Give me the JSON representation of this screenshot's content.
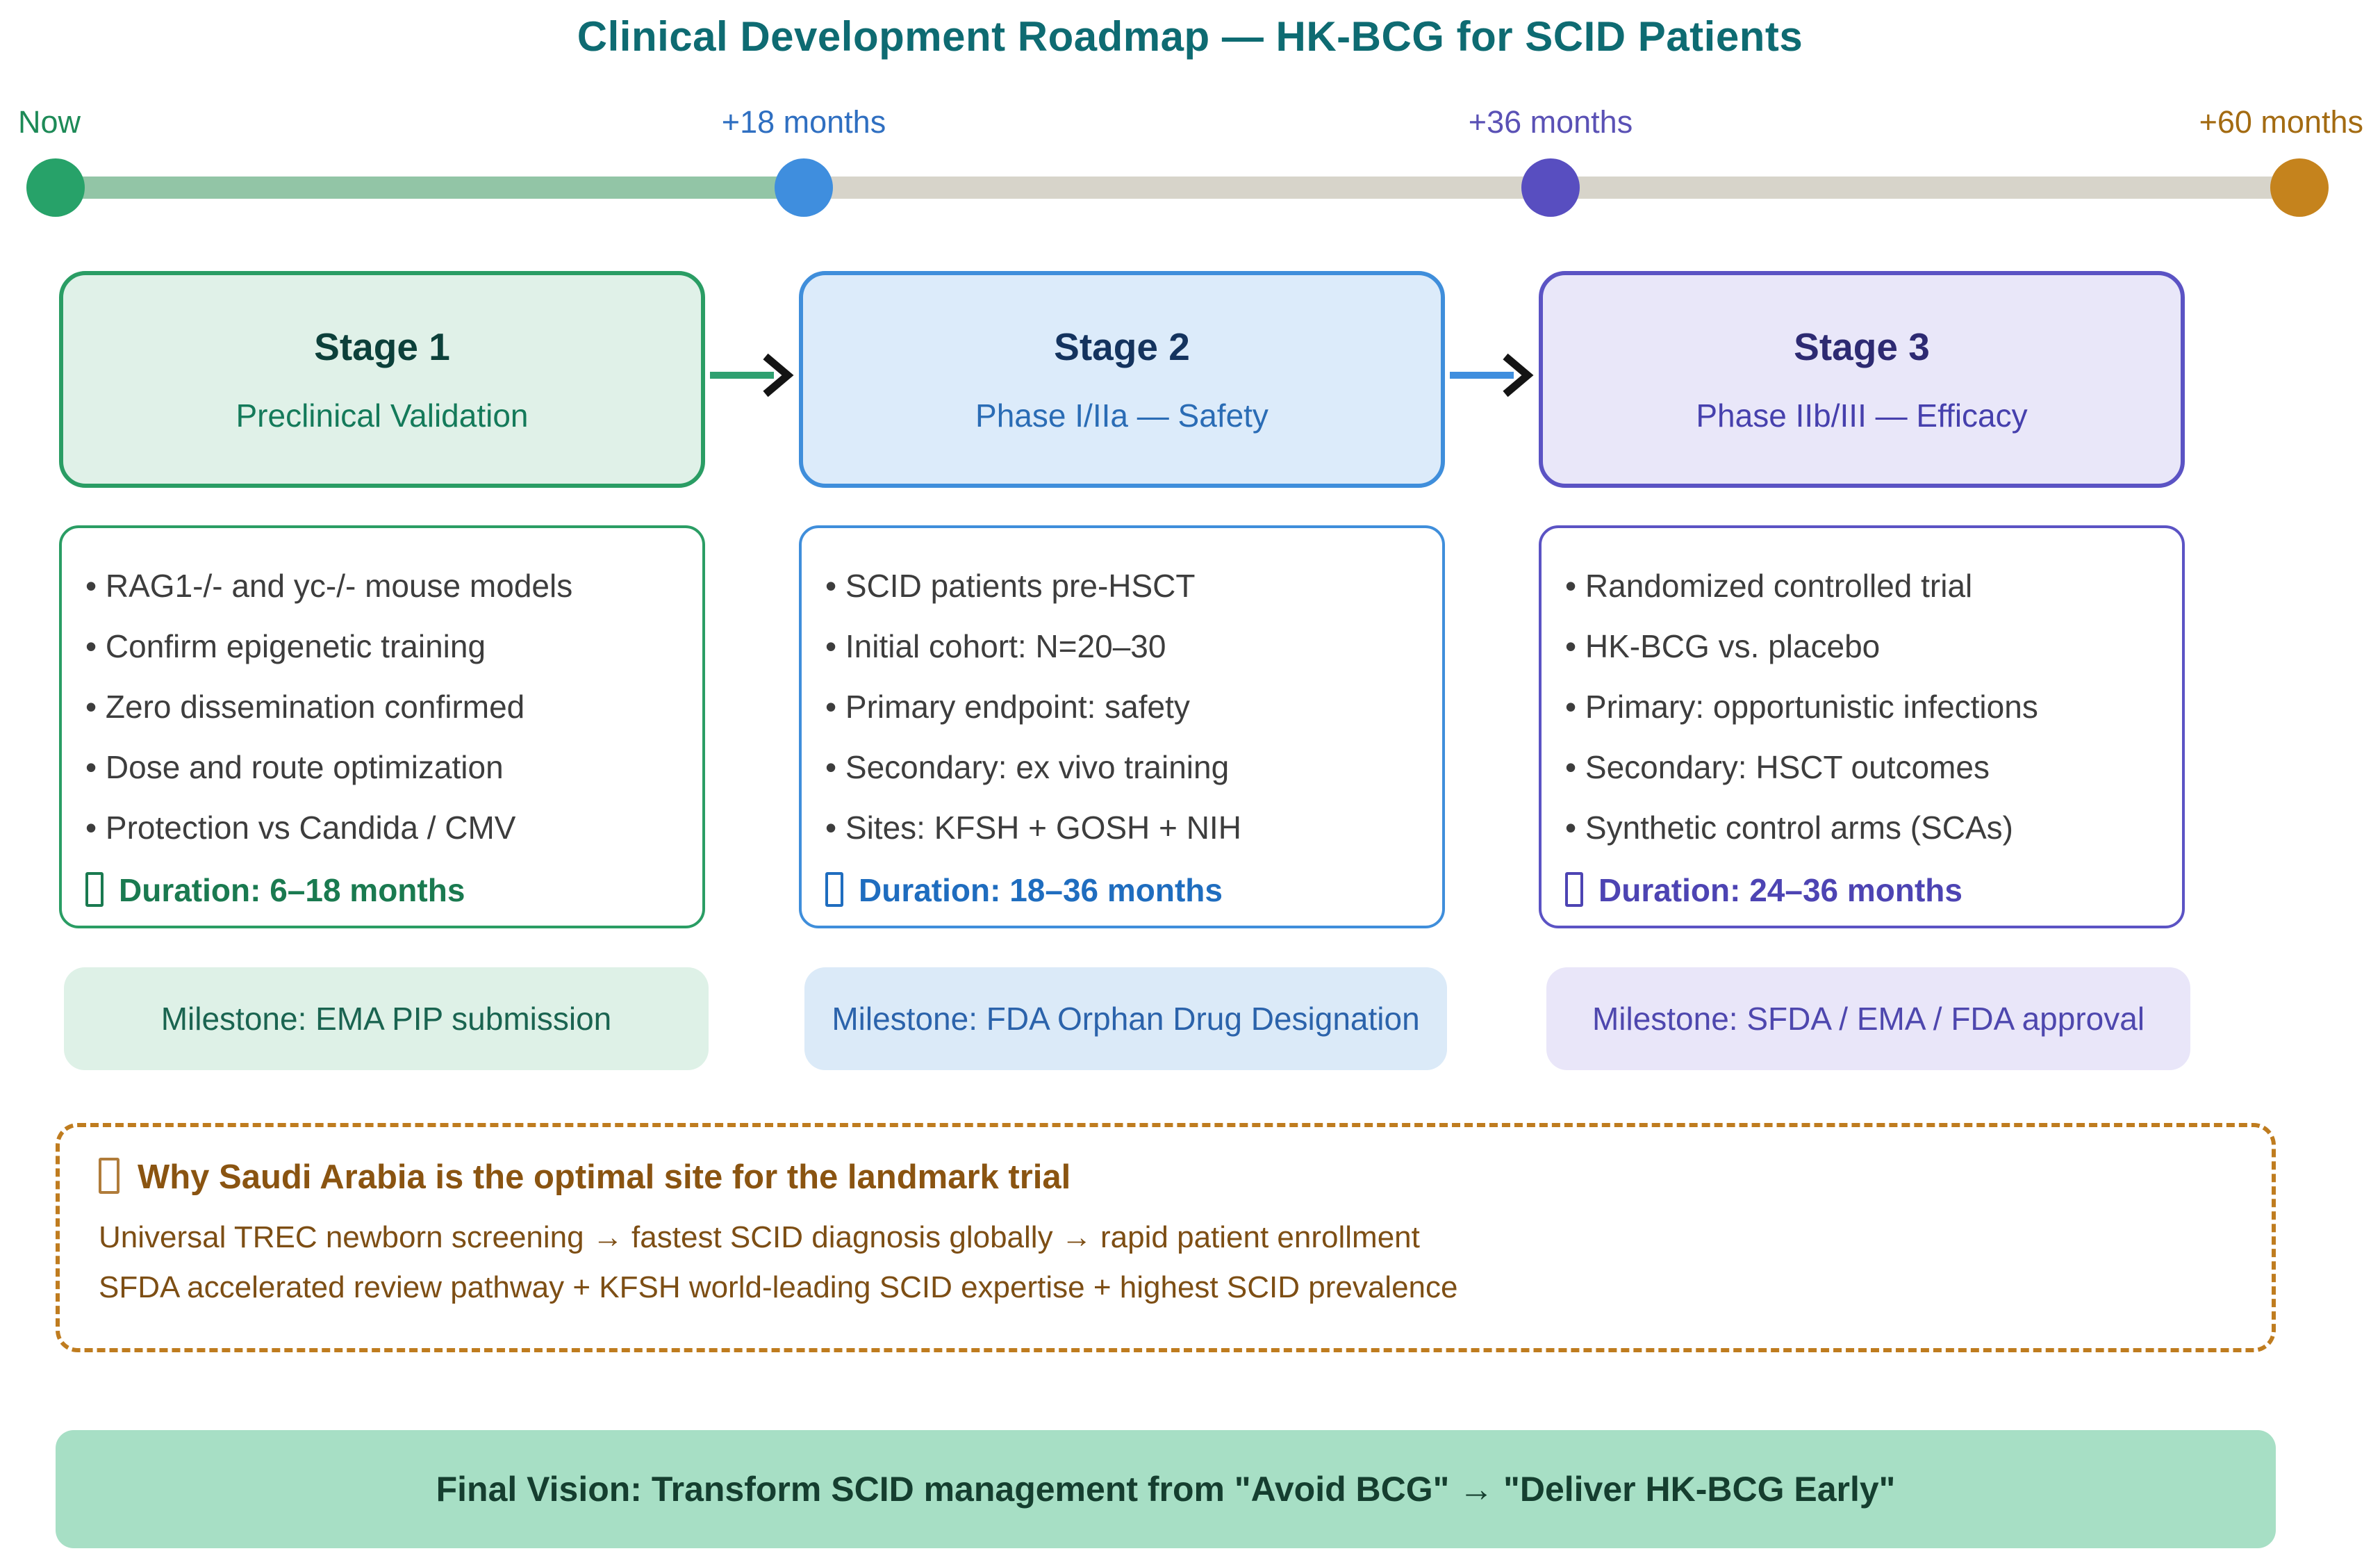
{
  "title": "Clinical Development Roadmap — HK-BCG for SCID Patients",
  "timeline": {
    "track_color": "#d7d4ca",
    "elapsed_color": "#92c5a6",
    "markers": [
      {
        "label": "Now",
        "label_color": "#1d8a57",
        "dot_color": "#27a269"
      },
      {
        "label": "+18 months",
        "label_color": "#2f6fc1",
        "dot_color": "#3f8ede"
      },
      {
        "label": "+36 months",
        "label_color": "#5a51b5",
        "dot_color": "#584ec0"
      },
      {
        "label": "+60 months",
        "label_color": "#a36b12",
        "dot_color": "#c5831d"
      }
    ]
  },
  "stages": [
    {
      "title": "Stage 1",
      "subtitle": "Preclinical Validation",
      "accent_color": "#2a9d64",
      "fill_color": "#e0f1e8",
      "items": [
        "• RAG1-/- and yc-/- mouse models",
        "• Confirm epigenetic training",
        "• Zero dissemination confirmed",
        "• Dose and route optimization",
        "• Protection vs Candida / CMV"
      ],
      "duration": "Duration: 6–18 months",
      "duration_color": "#1a7a50",
      "milestone": "Milestone: EMA PIP submission",
      "milestone_bg": "#def1e7"
    },
    {
      "title": "Stage 2",
      "subtitle": "Phase I/IIa — Safety",
      "accent_color": "#3f8edb",
      "fill_color": "#dcebfa",
      "items": [
        "• SCID patients pre-HSCT",
        "• Initial cohort: N=20–30",
        "• Primary endpoint: safety",
        "• Secondary: ex vivo training",
        "• Sites: KFSH + GOSH + NIH"
      ],
      "duration": "Duration: 18–36 months",
      "duration_color": "#1f6dbf",
      "milestone": "Milestone: FDA Orphan Drug Designation",
      "milestone_bg": "#dbeaf8"
    },
    {
      "title": "Stage 3",
      "subtitle": "Phase IIb/III — Efficacy",
      "accent_color": "#5b53c4",
      "fill_color": "#e9e7f9",
      "items": [
        "• Randomized controlled trial",
        "• HK-BCG vs. placebo",
        "• Primary: opportunistic infections",
        "• Secondary: HSCT outcomes",
        "• Synthetic control arms (SCAs)"
      ],
      "duration": "Duration: 24–36 months",
      "duration_color": "#4d44b3",
      "milestone": "Milestone: SFDA / EMA / FDA approval",
      "milestone_bg": "#e9e6f9"
    }
  ],
  "saudi_box": {
    "heading": "Why Saudi Arabia is the optimal site for the landmark trial",
    "line1": "Universal TREC newborn screening → fastest SCID diagnosis globally → rapid patient enrollment",
    "line2": "SFDA accelerated review pathway + KFSH world-leading SCID expertise + highest SCID prevalence",
    "border_color": "#bf7c1f",
    "text_color": "#7d4e14"
  },
  "final_bar": {
    "text": "Final Vision: Transform SCID management from \"Avoid BCG\" → \"Deliver HK-BCG Early\"",
    "bg_color": "#a7dfc5",
    "text_color": "#153e2f"
  }
}
